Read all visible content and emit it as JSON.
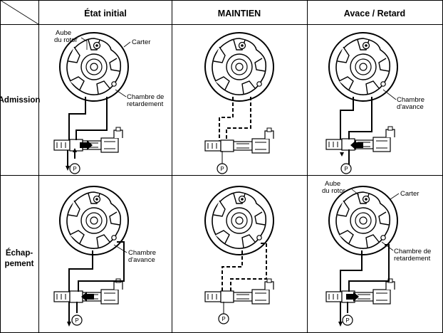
{
  "headers": {
    "col1": "État initial",
    "col2": "MAINTIEN",
    "col3": "Avace / Retard"
  },
  "rows": {
    "intake_label": "Admission",
    "exhaust_label_1": "Échap-",
    "exhaust_label_2": "pement"
  },
  "annotations": {
    "vane_1": "Aube",
    "vane_2": "du rotor",
    "housing": "Carter",
    "retard_chamber_1": "Chambre de",
    "retard_chamber_2": "retardement",
    "advance_chamber_1": "Chambre",
    "advance_chamber_2": "d'avance",
    "advance_chamber_alt_1": "Chambre",
    "advance_chamber_alt_2": "d'avance",
    "retard_chamber_alt_1": "Chambre de",
    "retard_chamber_alt_2": "retardement"
  },
  "pump_label": "P"
}
